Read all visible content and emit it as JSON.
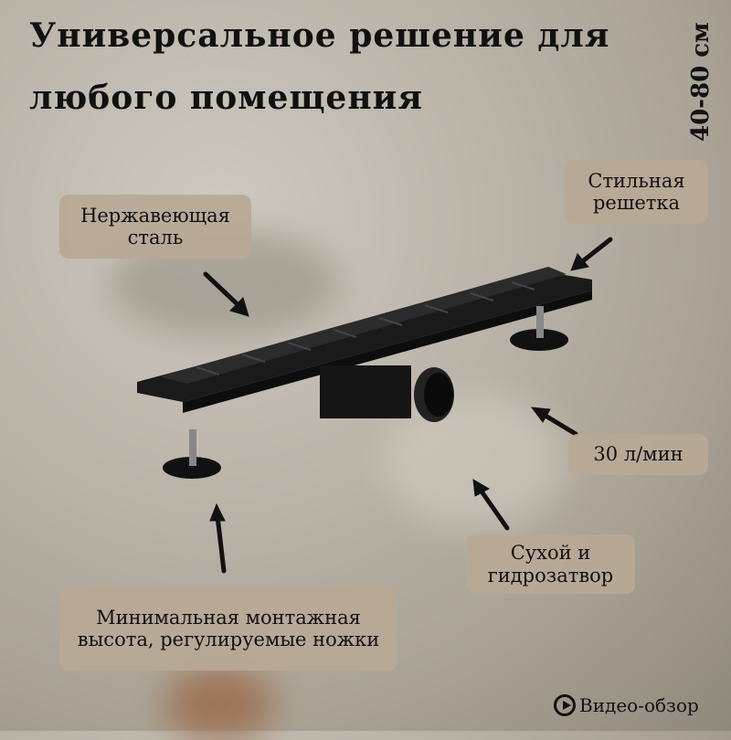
{
  "title": {
    "line1": "Универсальное решение для",
    "line2": "любого помещения"
  },
  "length_label": "40-80 см",
  "labels": {
    "steel": "Нержавеющая сталь",
    "grate": "Стильная решетка",
    "flow": "30 л/мин",
    "trap": "Сухой и гидрозатвор",
    "height": "Минимальная монтажная высота, регулируемые ножки"
  },
  "video": {
    "label": "Видео-обзор",
    "icon": "play-circle-icon"
  }
}
